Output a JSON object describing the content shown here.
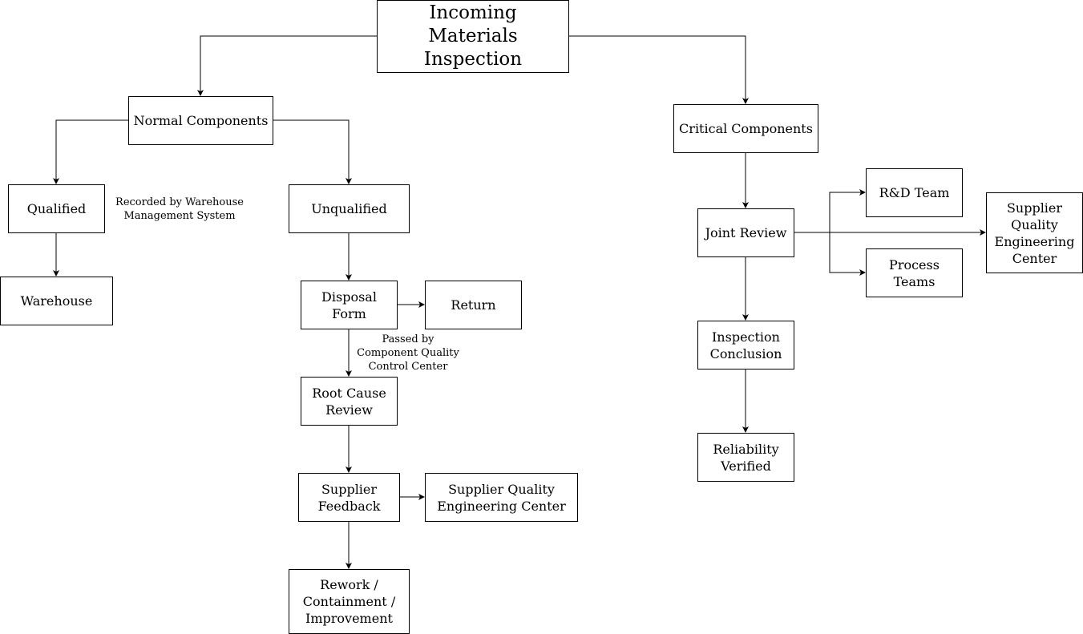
{
  "diagram": {
    "nodes": {
      "root": "Incoming\nMaterials Inspection",
      "normal": "Normal Components",
      "critical": "Critical Components",
      "qualified": "Qualified",
      "unqualified": "Unqualified",
      "warehouse": "Warehouse",
      "disposal": "Disposal\nForm",
      "return": "Return",
      "root_cause": "Root Cause\nReview",
      "supplier_feedback": "Supplier\nFeedback",
      "sqec_left": "Supplier Quality\nEngineering Center",
      "rework": "Rework /\nContainment /\nImprovement",
      "joint_review": "Joint Review",
      "rnd": "R&D Team",
      "process": "Process\nTeams",
      "sqec_right": "Supplier\nQuality\nEngineering\nCenter",
      "inspection_conclusion": "Inspection\nConclusion",
      "reliability": "Reliability\nVerified"
    },
    "notes": {
      "recorded": "Recorded by Warehouse\nManagement System",
      "passed": "Passed by\nComponent Quality\nControl Center"
    }
  }
}
